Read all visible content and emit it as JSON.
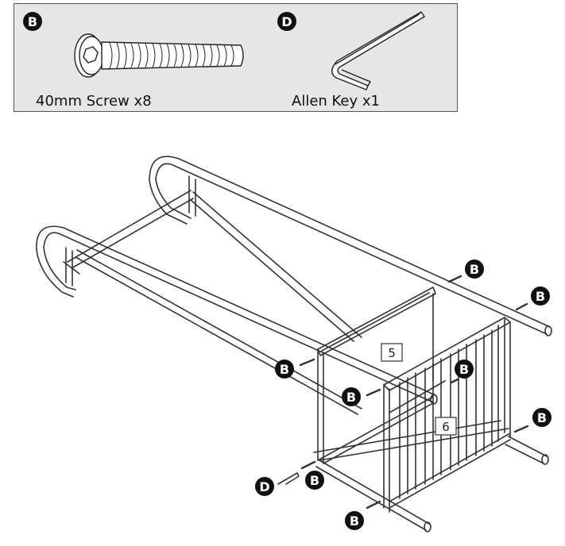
{
  "parts": [
    {
      "letter": "B",
      "caption": "40mm Screw x8"
    },
    {
      "letter": "D",
      "caption": "Allen Key x1"
    }
  ],
  "panels": [
    "5",
    "6"
  ],
  "callouts": [
    "B",
    "B",
    "B",
    "B",
    "B",
    "B",
    "B",
    "B",
    "D"
  ]
}
